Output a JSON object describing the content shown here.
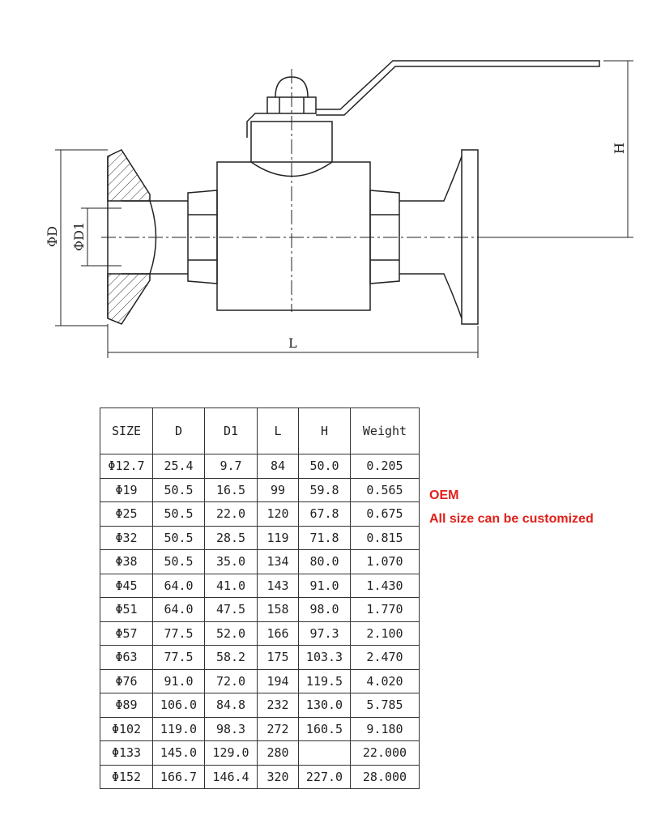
{
  "drawing": {
    "label_d": "ΦD",
    "label_d1": "ΦD1",
    "label_h": "H",
    "label_l": "L"
  },
  "table": {
    "headers": [
      "SIZE",
      "D",
      "D1",
      "L",
      "H",
      "Weight"
    ],
    "rows": [
      [
        "Φ12.7",
        "25.4",
        "9.7",
        "84",
        "50.0",
        "0.205"
      ],
      [
        "Φ19",
        "50.5",
        "16.5",
        "99",
        "59.8",
        "0.565"
      ],
      [
        "Φ25",
        "50.5",
        "22.0",
        "120",
        "67.8",
        "0.675"
      ],
      [
        "Φ32",
        "50.5",
        "28.5",
        "119",
        "71.8",
        "0.815"
      ],
      [
        "Φ38",
        "50.5",
        "35.0",
        "134",
        "80.0",
        "1.070"
      ],
      [
        "Φ45",
        "64.0",
        "41.0",
        "143",
        "91.0",
        "1.430"
      ],
      [
        "Φ51",
        "64.0",
        "47.5",
        "158",
        "98.0",
        "1.770"
      ],
      [
        "Φ57",
        "77.5",
        "52.0",
        "166",
        "97.3",
        "2.100"
      ],
      [
        "Φ63",
        "77.5",
        "58.2",
        "175",
        "103.3",
        "2.470"
      ],
      [
        "Φ76",
        "91.0",
        "72.0",
        "194",
        "119.5",
        "4.020"
      ],
      [
        "Φ89",
        "106.0",
        "84.8",
        "232",
        "130.0",
        "5.785"
      ],
      [
        "Φ102",
        "119.0",
        "98.3",
        "272",
        "160.5",
        "9.180"
      ],
      [
        "Φ133",
        "145.0",
        "129.0",
        "280",
        "",
        "22.000"
      ],
      [
        "Φ152",
        "166.7",
        "146.4",
        "320",
        "227.0",
        "28.000"
      ]
    ]
  },
  "notes": {
    "oem": "OEM",
    "custom": "All size can be customized",
    "color": "#e0201a"
  }
}
